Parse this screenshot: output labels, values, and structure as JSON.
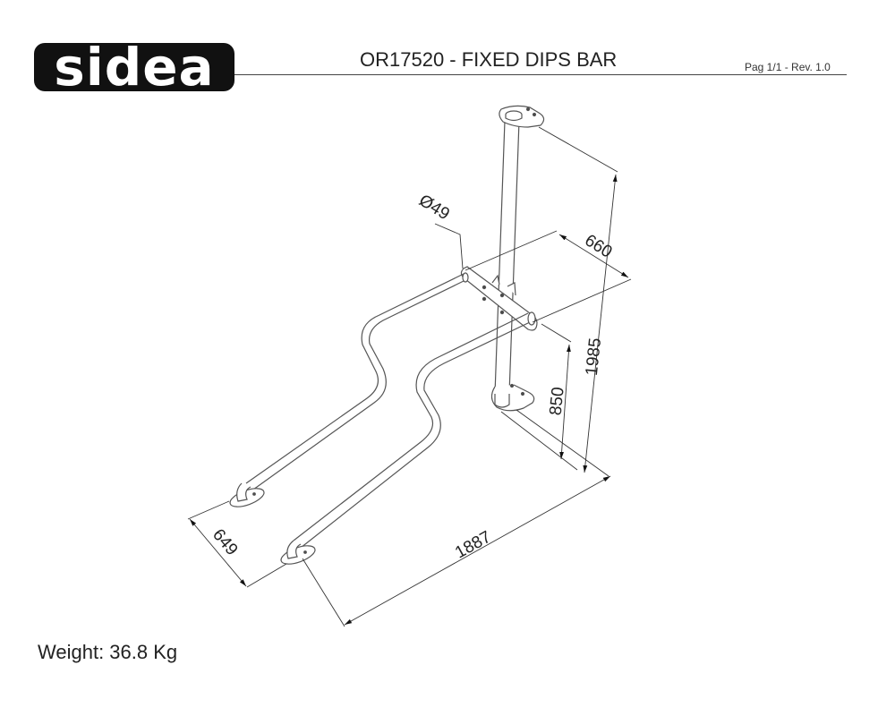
{
  "header": {
    "logo_text": "sidea",
    "title": "OR17520 - FIXED DIPS BAR",
    "page_info": "Pag 1/1 - Rev. 1.0"
  },
  "drawing": {
    "subject": "Fixed dips bar, isometric technical drawing",
    "dimensions": {
      "tube_diameter": "Ø49",
      "depth_top": "660",
      "total_height": "1985",
      "bar_height": "850",
      "length": "1887",
      "width": "649"
    },
    "colors": {
      "line": "#555555",
      "dim_line": "#333333",
      "text": "#222222"
    }
  },
  "footer": {
    "weight": "Weight: 36.8 Kg"
  }
}
